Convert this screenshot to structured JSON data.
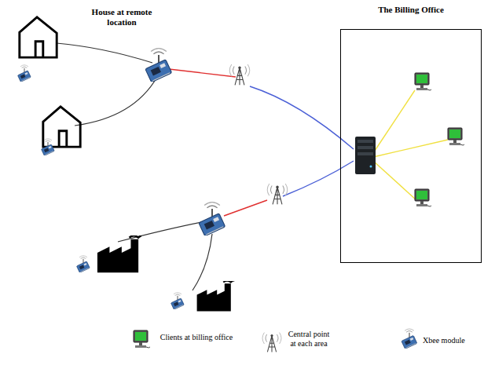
{
  "diagram": {
    "nodes": [
      {
        "text": [
          "The Billing Office"
        ]
      }
    ],
    "labels": [
      "House at remote location"
    ],
    "legend": [
      {
        "text": "Clients at billing office"
      },
      {
        "text": "Central point at each area"
      },
      {
        "text": "Xbee module"
      }
    ]
  }
}
